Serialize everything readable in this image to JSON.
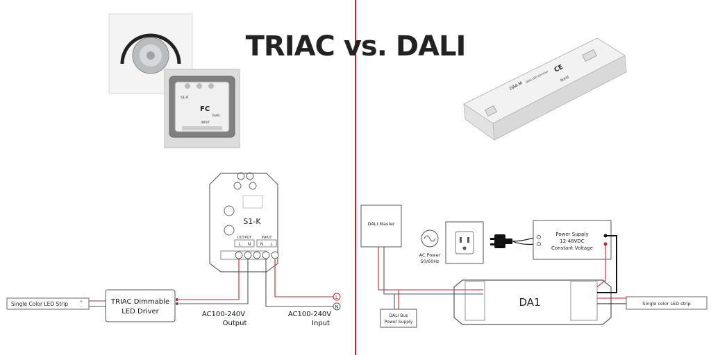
{
  "title": "TRIAC vs. DALI",
  "colors": {
    "divider": "#c0272d",
    "wire_red": "#c0272d",
    "wire_black": "#111111",
    "line": "#555555"
  },
  "triac": {
    "dimmer_module": {
      "name": "S1-K",
      "output_label": "OUTPUT",
      "input_label": "INPUT",
      "terminals": [
        "L",
        "N",
        "N",
        "L"
      ]
    },
    "led_strip_label": "Single Color LED Strip",
    "driver_label_line1": "TRIAC Dimmable",
    "driver_label_line2": "LED Driver",
    "output_caption_line1": "AC100-240V",
    "output_caption_line2": "Output",
    "input_caption_line1": "AC100-240V",
    "input_caption_line2": "Input",
    "line_terminal": "L",
    "neutral_terminal": "N",
    "photo_small_text": [
      "S1-K",
      "FC",
      "RoHS",
      "INPUT"
    ]
  },
  "dali": {
    "master_label": "DALI Master",
    "ac_power_line1": "AC Power",
    "ac_power_line2": "50/60Hz",
    "power_supply_line1": "Power Supply",
    "power_supply_line2": "12-48VDC",
    "power_supply_line3": "Constant Voltage",
    "bus_supply_line1": "DALI Bus",
    "bus_supply_line2": "Power Supply",
    "dimmer_label": "DA1",
    "led_strip_label": "Single color LED strip",
    "photo_small_text": [
      "DA4-M",
      "DALI LED Dimmer",
      "CE",
      "RoHS"
    ]
  }
}
